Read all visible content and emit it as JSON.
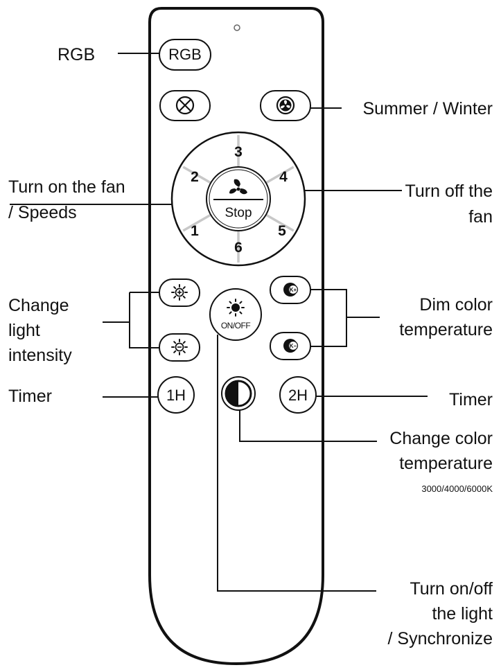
{
  "labels": {
    "rgb": "RGB",
    "summer_winter": "Summer / Winter",
    "fan_on_1": "Turn on the fan",
    "fan_on_2": "/ Speeds",
    "fan_off_1": "Turn off the",
    "fan_off_2": "fan",
    "intensity_1": "Change",
    "intensity_2": "light",
    "intensity_3": "intensity",
    "dim_1": "Dim color",
    "dim_2": "temperature",
    "timer_left": "Timer",
    "timer_right": "Timer",
    "cct_1": "Change color",
    "cct_2": "temperature",
    "cct_3": "3000/4000/6000K",
    "light_1": "Turn on/off",
    "light_2": "the light",
    "light_3": "/ Synchronize"
  },
  "buttons": {
    "rgb": "RGB",
    "speeds": [
      "1",
      "2",
      "3",
      "4",
      "5",
      "6"
    ],
    "stop": "Stop",
    "onoff": "ON/OFF",
    "timer_1h": "1H",
    "timer_2h": "2H"
  },
  "icons": [
    "light-off-icon",
    "fan-icon",
    "brightness-up-icon",
    "brightness-down-icon",
    "sun-icon",
    "color-temp-up-icon",
    "color-temp-down-icon",
    "half-circle-icon"
  ]
}
